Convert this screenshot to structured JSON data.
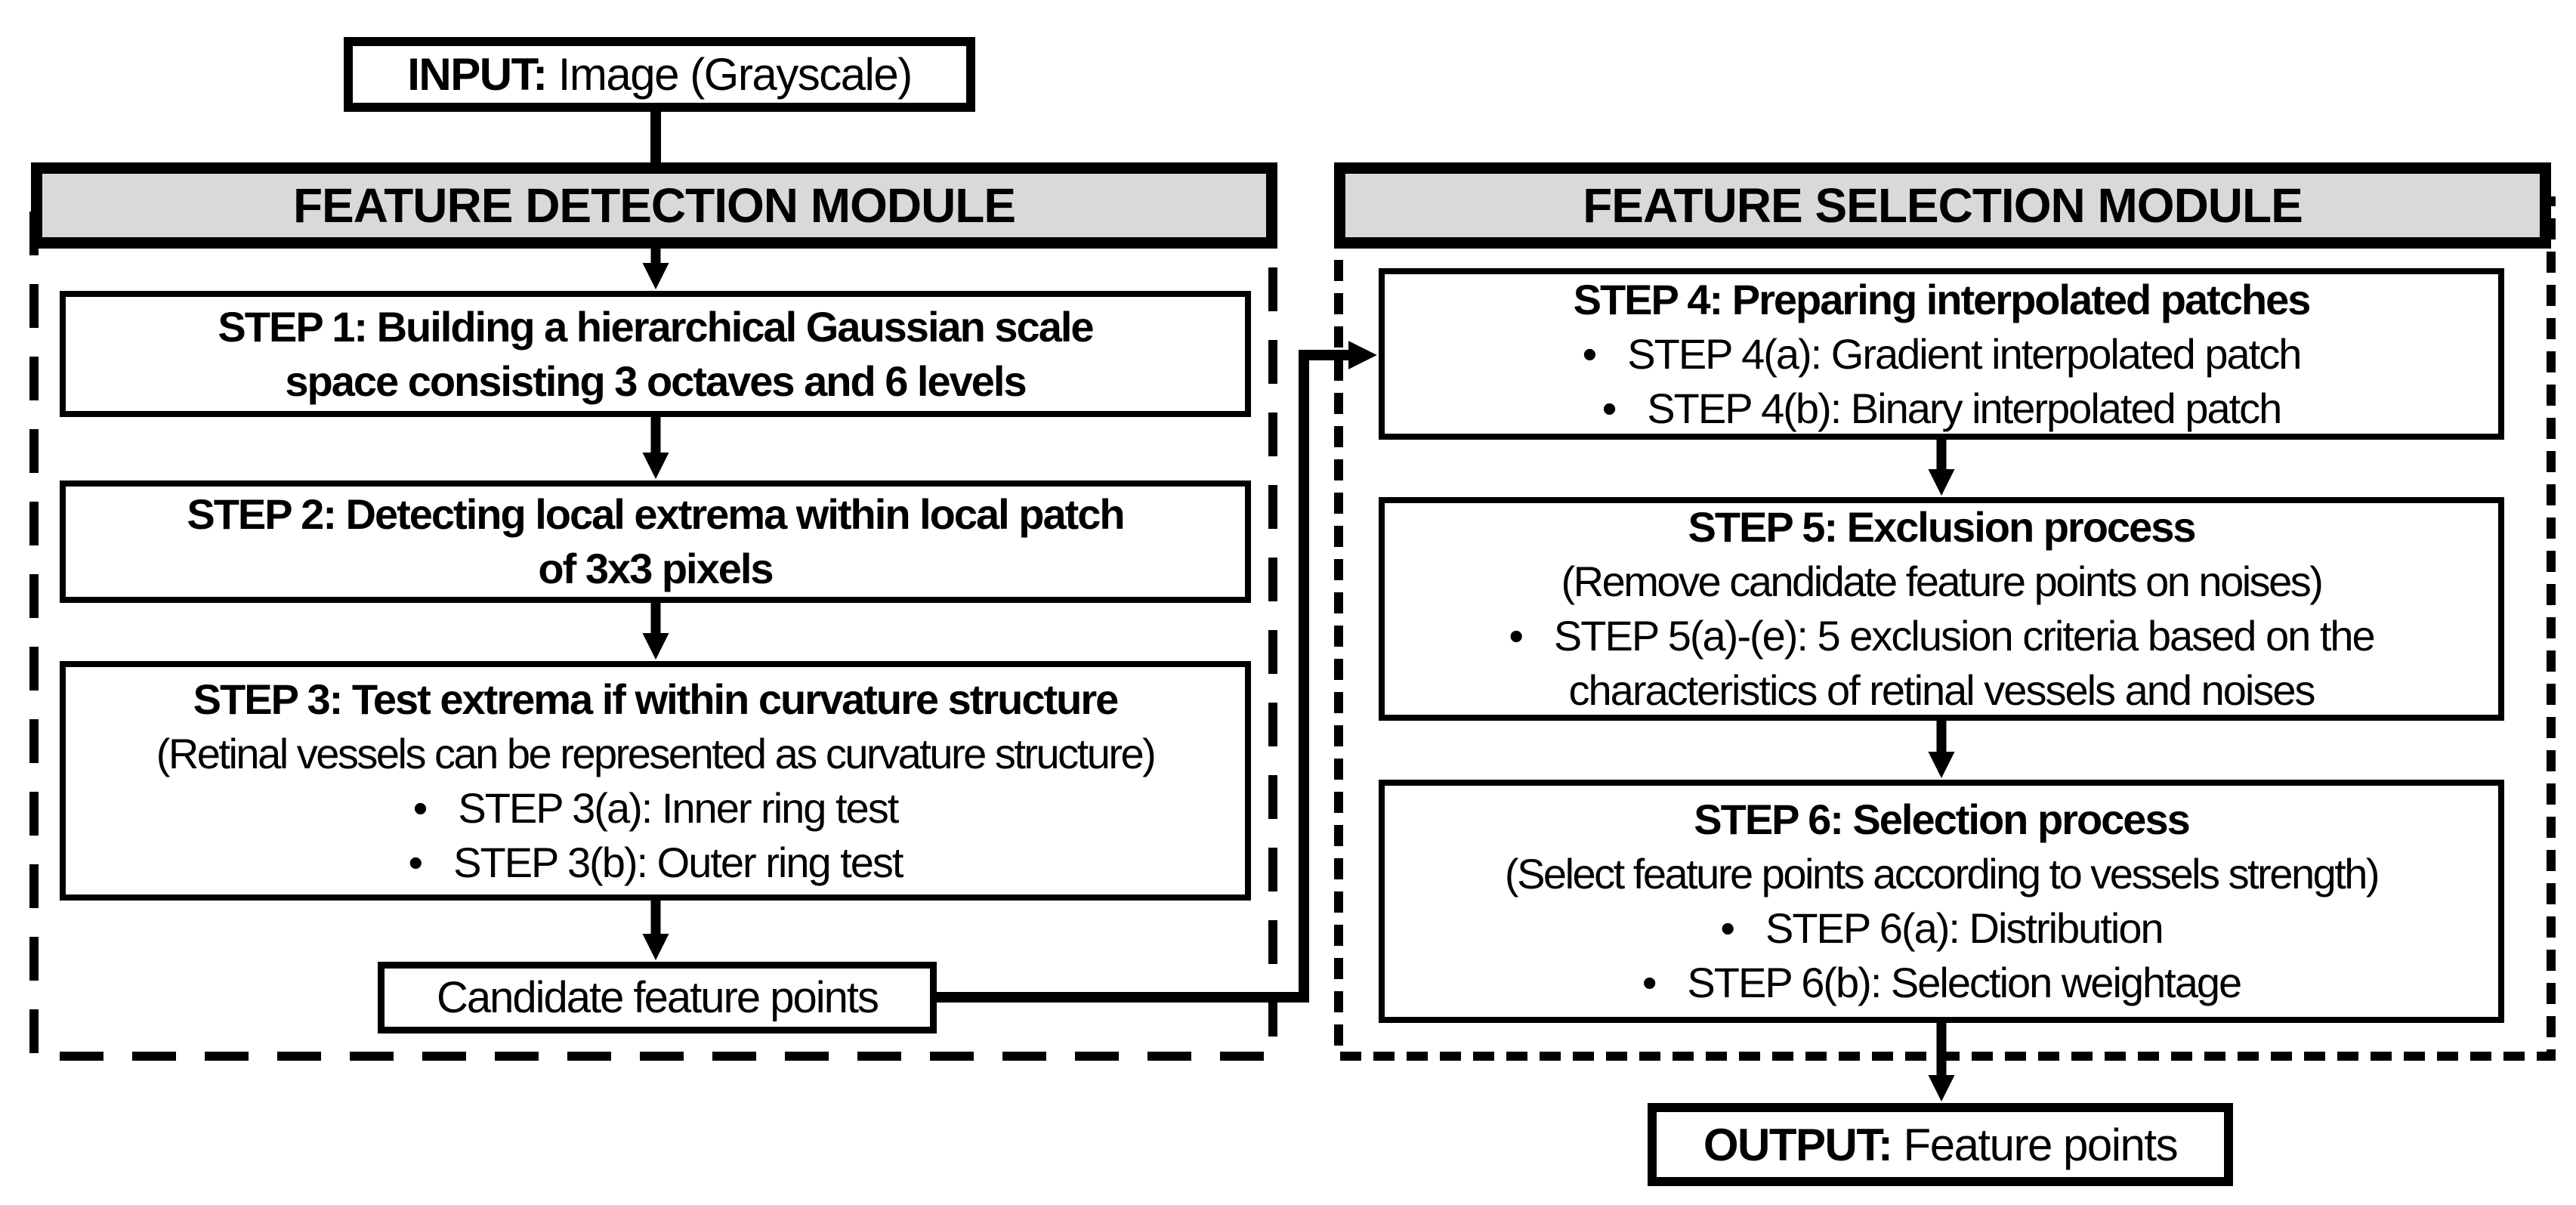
{
  "input": {
    "prefix": "INPUT:",
    "text": " Image (Grayscale)"
  },
  "modules": {
    "detection": {
      "header": "FEATURE DETECTION MODULE",
      "step1": {
        "line1": "STEP 1: Building a hierarchical Gaussian scale",
        "line2": "space consisting 3 octaves and 6 levels"
      },
      "step2": {
        "line1": "STEP 2: Detecting local extrema within local patch",
        "line2": "of 3x3 pixels"
      },
      "step3": {
        "title": "STEP 3: Test extrema if within curvature structure",
        "note": "(Retinal vessels can be represented as curvature structure)",
        "bullets": [
          "STEP 3(a): Inner ring test",
          "STEP 3(b): Outer ring test"
        ]
      },
      "candidate_label": "Candidate feature points"
    },
    "selection": {
      "header": "FEATURE SELECTION MODULE",
      "step4": {
        "title": "STEP 4: Preparing interpolated patches",
        "bullets": [
          "STEP 4(a): Gradient interpolated patch",
          "STEP 4(b): Binary interpolated patch"
        ]
      },
      "step5": {
        "title": "STEP 5: Exclusion process",
        "note": "(Remove candidate feature points on noises)",
        "bullet_line1": "STEP 5(a)-(e): 5 exclusion criteria based on the",
        "bullet_line2": "characteristics of retinal vessels and noises"
      },
      "step6": {
        "title": "STEP 6: Selection process",
        "note": "(Select feature points according to vessels strength)",
        "bullets": [
          "STEP 6(a): Distribution",
          "STEP 6(b): Selection weightage"
        ]
      }
    }
  },
  "output": {
    "prefix": "OUTPUT:",
    "text": " Feature points"
  },
  "colors": {
    "header_fill": "#d9d9d9",
    "line": "#000000",
    "background": "#ffffff"
  }
}
